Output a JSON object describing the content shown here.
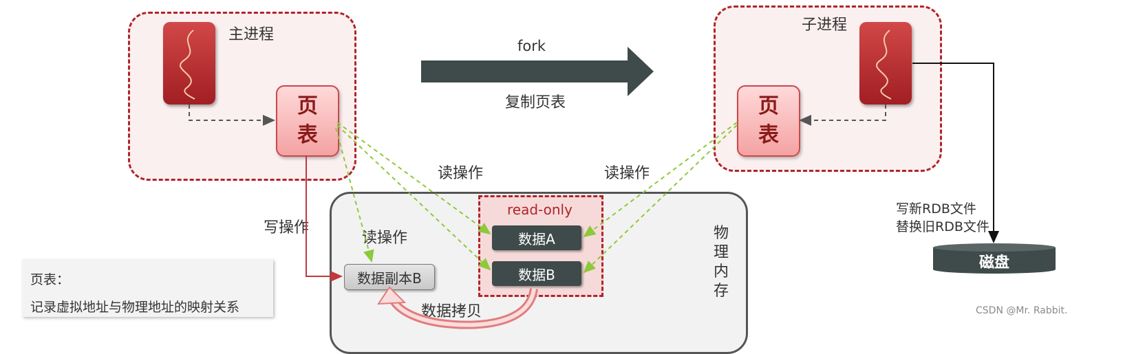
{
  "main_process": {
    "label": "主进程",
    "page_table": [
      "页",
      "表"
    ]
  },
  "child_process": {
    "label": "子进程",
    "page_table": [
      "页",
      "表"
    ]
  },
  "fork": {
    "label_top": "fork",
    "label_bottom": "复制页表"
  },
  "ops": {
    "read_left": "读操作",
    "read_right": "读操作",
    "read_inner": "读操作",
    "write": "写操作"
  },
  "memory": {
    "label": [
      "物",
      "理",
      "内",
      "存"
    ],
    "readonly_label": "read-only",
    "data_a": "数据A",
    "data_b": "数据B",
    "data_b_copy": "数据副本B",
    "copy_label": "数据拷贝"
  },
  "disk": {
    "label": "磁盘",
    "note_line1": "写新RDB文件",
    "note_line2": "替换旧RDB文件"
  },
  "legend": {
    "title": "页表：",
    "text": "记录虚拟地址与物理地址的映射关系"
  },
  "watermark": "CSDN @Mr. Rabbit."
}
